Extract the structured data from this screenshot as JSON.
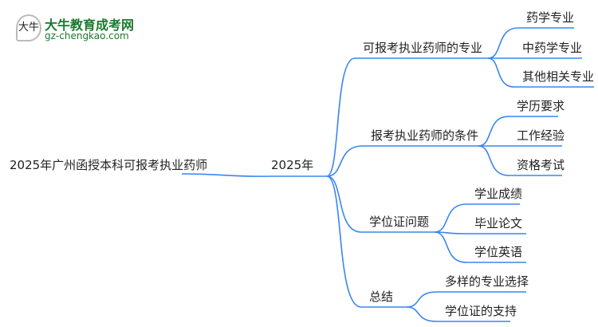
{
  "logo": {
    "name": "大牛教育成考网",
    "url": "gz-chengkao.com",
    "mark": "大牛"
  },
  "root": "2025年广州函授本科可报考执业药师",
  "year": "2025年",
  "branches": [
    {
      "label": "可报考执业药师的专业",
      "children": [
        "药学专业",
        "中药学专业",
        "其他相关专业"
      ]
    },
    {
      "label": "报考执业药师的条件",
      "children": [
        "学历要求",
        "工作经验",
        "资格考试"
      ]
    },
    {
      "label": "学位证问题",
      "children": [
        "学业成绩",
        "毕业论文",
        "学位英语"
      ]
    },
    {
      "label": "总结",
      "children": [
        "多样的专业选择",
        "学位证的支持"
      ]
    }
  ],
  "colors": {
    "line": "#3a86f0"
  }
}
